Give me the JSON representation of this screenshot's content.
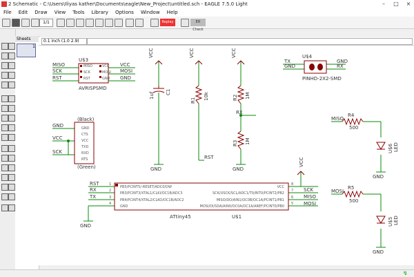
{
  "title": "2 Schematic - C:\\Users\\Iliyas kather\\Documents\\eagle\\New_Project\\untitled.sch - EAGLE 7.5.0 Light",
  "menu": [
    "File",
    "Edit",
    "Draw",
    "View",
    "Tools",
    "Library",
    "Options",
    "Window",
    "Help"
  ],
  "toolbar": {
    "sheet_select": "1/1",
    "replay_label": "Replay",
    "ercheck_label": "ER Check"
  },
  "panels": {
    "sheets_label": "Sheets",
    "sheet_number": "1"
  },
  "cmd": {
    "coord": "0.1 inch (1.0 2.9)",
    "text": ""
  },
  "schematic": {
    "u3": {
      "name": "U$3",
      "value": "AVRISPSMD",
      "pins": [
        "MISO",
        "SCK",
        "RST",
        "VCC",
        "MOSI",
        "GND"
      ],
      "netL": [
        "MISO",
        "SCK",
        "RST"
      ],
      "netR": [
        "VCC",
        "MOSI",
        "GND"
      ]
    },
    "u4": {
      "name": "U$4",
      "value": "PINHD-2X2-SMD",
      "netL": [
        "TX",
        "GND"
      ],
      "netR": [
        "GND",
        "RX"
      ]
    },
    "ftdi": {
      "top": "(Black)",
      "bottom": "(Green)",
      "pins": [
        "GND",
        "CTS",
        "VCC",
        "TXD",
        "RXD",
        "RTS"
      ],
      "nets": [
        "GND",
        "VCC",
        "SCK"
      ]
    },
    "c1": {
      "name": "C1",
      "value": "1uf",
      "vcc": "VCC",
      "gnd": "GND"
    },
    "r1": {
      "name": "R1",
      "value": "10k",
      "vcc": "VCC",
      "net": "RST"
    },
    "r2": {
      "name": "R2",
      "value": "1M",
      "vcc": "VCC"
    },
    "r3": {
      "name": "R3",
      "value": "1M",
      "gnd": "GND",
      "net": "RX"
    },
    "r4": {
      "name": "R4",
      "value": "500",
      "net": "MISO"
    },
    "r5": {
      "name": "R5",
      "value": "500",
      "net": "MOSI"
    },
    "u5": {
      "name": "U$5",
      "value": "LED",
      "gnd": "GND"
    },
    "u6": {
      "name": "U$6",
      "value": "LED",
      "gnd": "GND"
    },
    "u1": {
      "name": "U$1",
      "value": "ATtiny45",
      "left": [
        "PB5/PCINT5/-RESET/ADC0/DW",
        "PB3/PCINT3/XTAL1/CLKI/OC1B/ADC3",
        "PB4/PCINT4/XTAL2/CLKO/OC1B/ADC2",
        "GND"
      ],
      "right": [
        "VCC",
        "SCK/USCK/SCL/ADC1/T0/INT0/PCINT2/PB2",
        "MISO/DO/AIN1/OC0B/OC1A/PCINT1/PB1",
        "MOSI/DI/SDA/AIN0/OC0A/OC1A/AREF/PCINT0/PB0"
      ],
      "numL": [
        "1",
        "2",
        "3",
        "4"
      ],
      "numR": [
        "8",
        "7",
        "6",
        "5"
      ],
      "netL": [
        "RST",
        "RX",
        "TX"
      ],
      "netR": [
        "SCK",
        "MISO",
        "MOSI"
      ],
      "vcc": "VCC",
      "gnd": "GND"
    }
  }
}
